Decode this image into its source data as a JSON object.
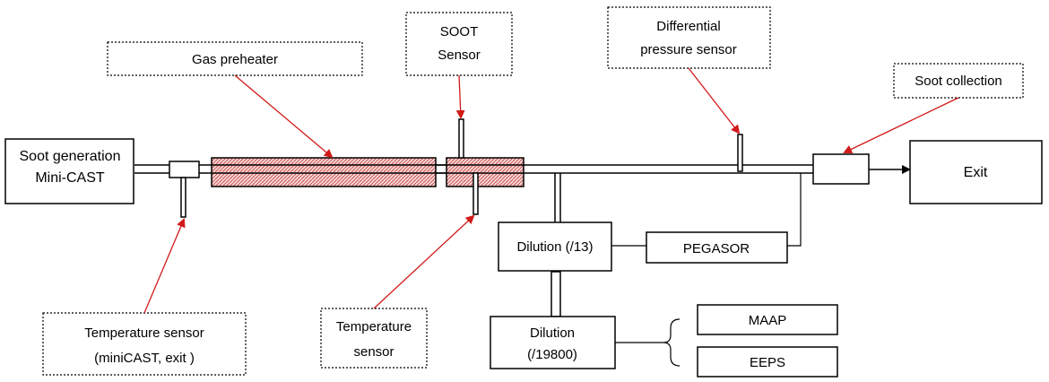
{
  "labels": {
    "soot_generation": [
      "Soot generation",
      "Mini-CAST"
    ],
    "exit": "Exit",
    "gas_preheater": "Gas preheater",
    "soot_sensor": [
      "SOOT",
      "Sensor"
    ],
    "differential_pressure_sensor": [
      "Differential",
      "pressure sensor"
    ],
    "soot_collection": "Soot collection",
    "temperature_sensor_left": [
      "Temperature sensor",
      "(miniCAST, exit )"
    ],
    "temperature_sensor_mid": [
      "Temperature",
      "sensor"
    ],
    "dilution_13": "Dilution (/13)",
    "pegasor": "PEGASOR",
    "dilution_19800": [
      "Dilution",
      "(/19800)"
    ],
    "maap": "MAAP",
    "eeps": "EEPS"
  },
  "colors": {
    "arrow": "#d11a1a",
    "heater_fill": "#f2c6c6",
    "heater_hatch": "#c23b3b",
    "line": "#000000"
  }
}
